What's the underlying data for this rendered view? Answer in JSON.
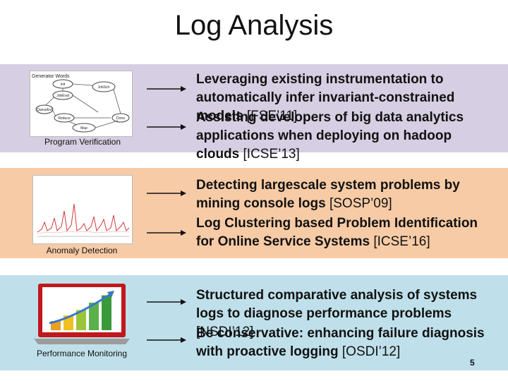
{
  "slide": {
    "title": "Log Analysis",
    "page_number": "5"
  },
  "rows": [
    {
      "caption": "Program Verification",
      "items": [
        {
          "text": "Leveraging existing instrumentation to automatically infer invariant-constrained models",
          "ref": "[FSE’11]"
        },
        {
          "text": "Assisting developers of big data analytics applications when deploying on hadoop clouds",
          "ref": "[ICSE’13]"
        }
      ]
    },
    {
      "caption": "Anomaly Detection",
      "items": [
        {
          "text": "Detecting largescale system problems by mining console logs",
          "ref": "[SOSP’09]"
        },
        {
          "text": "Log Clustering based Problem Identification for Online Service Systems",
          "ref": "[ICSE’16]"
        }
      ]
    },
    {
      "caption": "Performance Monitoring",
      "items": [
        {
          "text": "Structured comparative analysis of systems logs to diagnose performance problems",
          "ref": "[NSDI’12]"
        },
        {
          "text": "Be conservative: enhancing failure diagnosis with proactive logging",
          "ref": "[OSDI’12]"
        }
      ]
    }
  ],
  "thumb_labels": {
    "fsm_title": "Generator Words",
    "fsm_nodes": [
      "init",
      "JobEval",
      "JobSch",
      "QueueEvt",
      "Reduce",
      "Map",
      "Done"
    ],
    "perf_bars": [
      0.25,
      0.4,
      0.55,
      0.75,
      0.95
    ]
  },
  "colors": {
    "purple_band": "#d6cee2",
    "orange_band": "#f7cba6",
    "blue_band": "#bfe0ea",
    "laptop_red": "#c0181c"
  }
}
